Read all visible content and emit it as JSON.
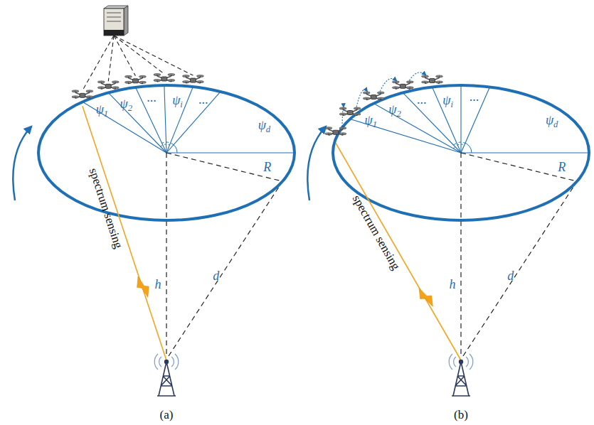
{
  "diagram": {
    "labels": [
      "ψ1",
      "ψ2",
      "···",
      "ψi",
      "···",
      "ψd",
      "R",
      "h",
      "d",
      "spectrum sensing",
      "(a)",
      "ψ1",
      "ψ2",
      "···",
      "ψi",
      "···",
      "ψd",
      "R",
      "h",
      "d",
      "spectrum sensing",
      "(b)"
    ]
  }
}
